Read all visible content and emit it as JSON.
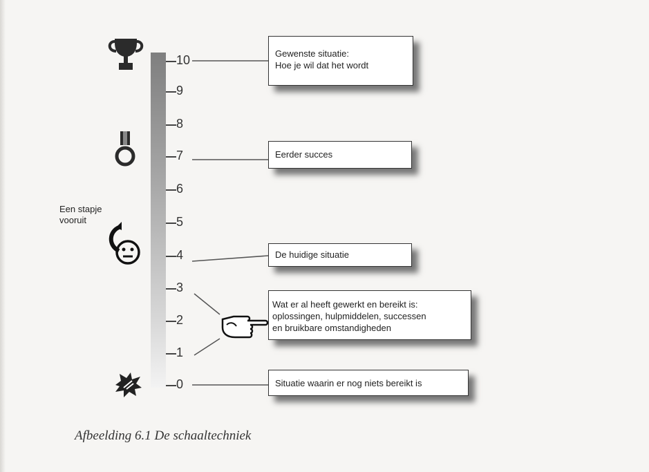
{
  "diagram": {
    "scale_numbers": [
      "10",
      "9",
      "8",
      "7",
      "6",
      "5",
      "4",
      "3",
      "2",
      "1",
      "0"
    ],
    "boxes": {
      "gewenst": [
        "Gewenste situatie:",
        "Hoe je wil dat het wordt"
      ],
      "eerder": "Eerder succes",
      "huidige": "De huidige situatie",
      "gewerkt": [
        "Wat er al heeft gewerkt en bereikt is:",
        "oplossingen, hulpmiddelen, successen",
        "en bruikbare omstandigheden"
      ],
      "niets": "Situatie waarin er nog niets bereikt is"
    },
    "stapje": [
      "Een stapje",
      "vooruit"
    ]
  },
  "caption": "Afbeelding 6.1  De schaaltechniek",
  "colors": {
    "bar_top": "#7f7f7f",
    "bar_bottom": "#f3f3f3",
    "ink": "#333333"
  }
}
